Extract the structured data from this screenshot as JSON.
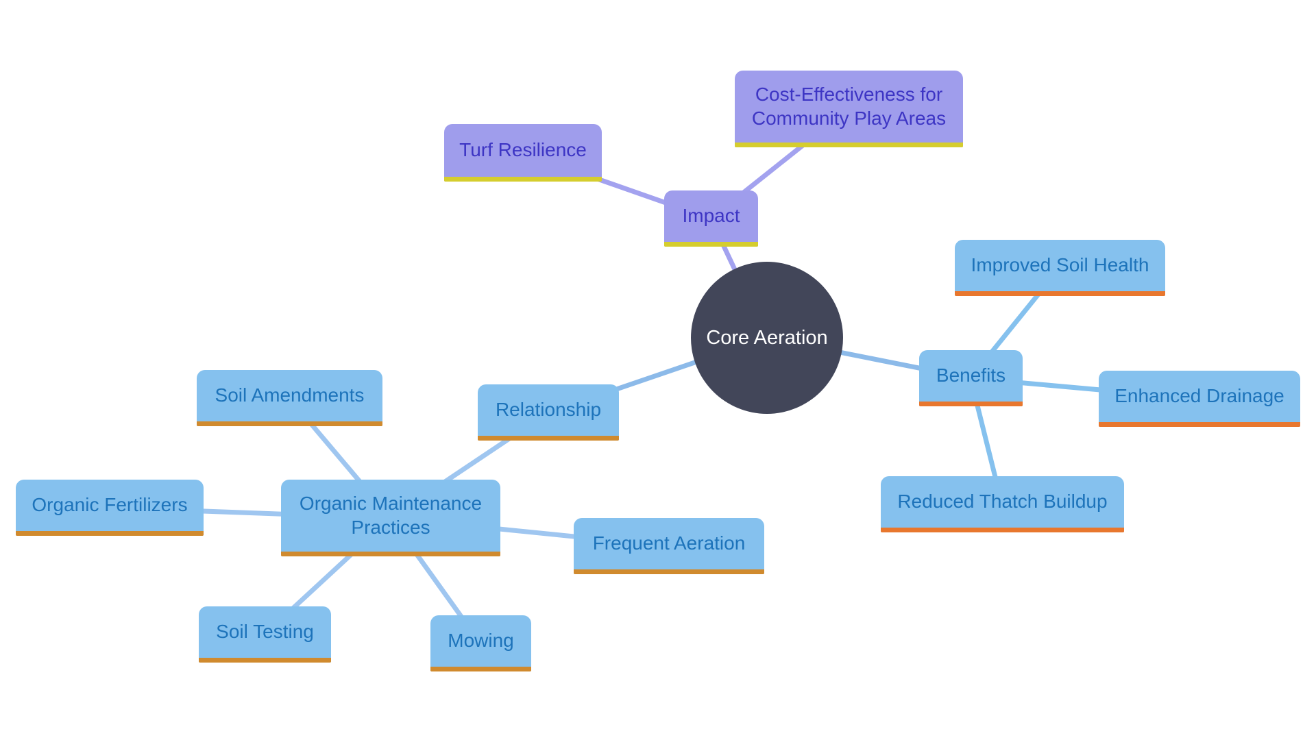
{
  "diagram": {
    "type": "mind-map",
    "center": {
      "label": "Core Aeration"
    },
    "nodes": {
      "impact": {
        "label": "Impact"
      },
      "turf_resilience": {
        "label": "Turf Resilience"
      },
      "cost_effectiveness": {
        "label": "Cost-Effectiveness for Community Play Areas"
      },
      "benefits": {
        "label": "Benefits"
      },
      "improved_soil_health": {
        "label": "Improved Soil Health"
      },
      "enhanced_drainage": {
        "label": "Enhanced Drainage"
      },
      "reduced_thatch_buildup": {
        "label": "Reduced Thatch Buildup"
      },
      "relationship": {
        "label": "Relationship"
      },
      "organic_maintenance_practices": {
        "label": "Organic Maintenance Practices"
      },
      "soil_amendments": {
        "label": "Soil Amendments"
      },
      "organic_fertilizers": {
        "label": "Organic Fertilizers"
      },
      "frequent_aeration": {
        "label": "Frequent Aeration"
      },
      "soil_testing": {
        "label": "Soil Testing"
      },
      "mowing": {
        "label": "Mowing"
      }
    },
    "edges": [
      {
        "from": "core_aeration",
        "to": "impact"
      },
      {
        "from": "impact",
        "to": "turf_resilience"
      },
      {
        "from": "impact",
        "to": "cost_effectiveness"
      },
      {
        "from": "core_aeration",
        "to": "benefits"
      },
      {
        "from": "benefits",
        "to": "improved_soil_health"
      },
      {
        "from": "benefits",
        "to": "enhanced_drainage"
      },
      {
        "from": "benefits",
        "to": "reduced_thatch_buildup"
      },
      {
        "from": "core_aeration",
        "to": "relationship"
      },
      {
        "from": "relationship",
        "to": "organic_maintenance_practices"
      },
      {
        "from": "organic_maintenance_practices",
        "to": "soil_amendments"
      },
      {
        "from": "organic_maintenance_practices",
        "to": "organic_fertilizers"
      },
      {
        "from": "organic_maintenance_practices",
        "to": "frequent_aeration"
      },
      {
        "from": "organic_maintenance_practices",
        "to": "soil_testing"
      },
      {
        "from": "organic_maintenance_practices",
        "to": "mowing"
      }
    ],
    "colors": {
      "background": "#ffffff",
      "center_fill": "#424659",
      "center_text": "#ffffff",
      "purple_box_fill": "#9f9dec",
      "purple_text": "#3d35c4",
      "purple_underline": "#d5cd2e",
      "purple_edge": "#a3a2ef",
      "blue_box_fill": "#85c1ee",
      "blue_text": "#1d73ba",
      "benefits_underline": "#e8772e",
      "relationship_underline": "#d08a2e",
      "main_blue_edge": "#8cbae9",
      "benefits_edge": "#85c1ee",
      "relationship_edge": "#9fc6f0"
    }
  }
}
